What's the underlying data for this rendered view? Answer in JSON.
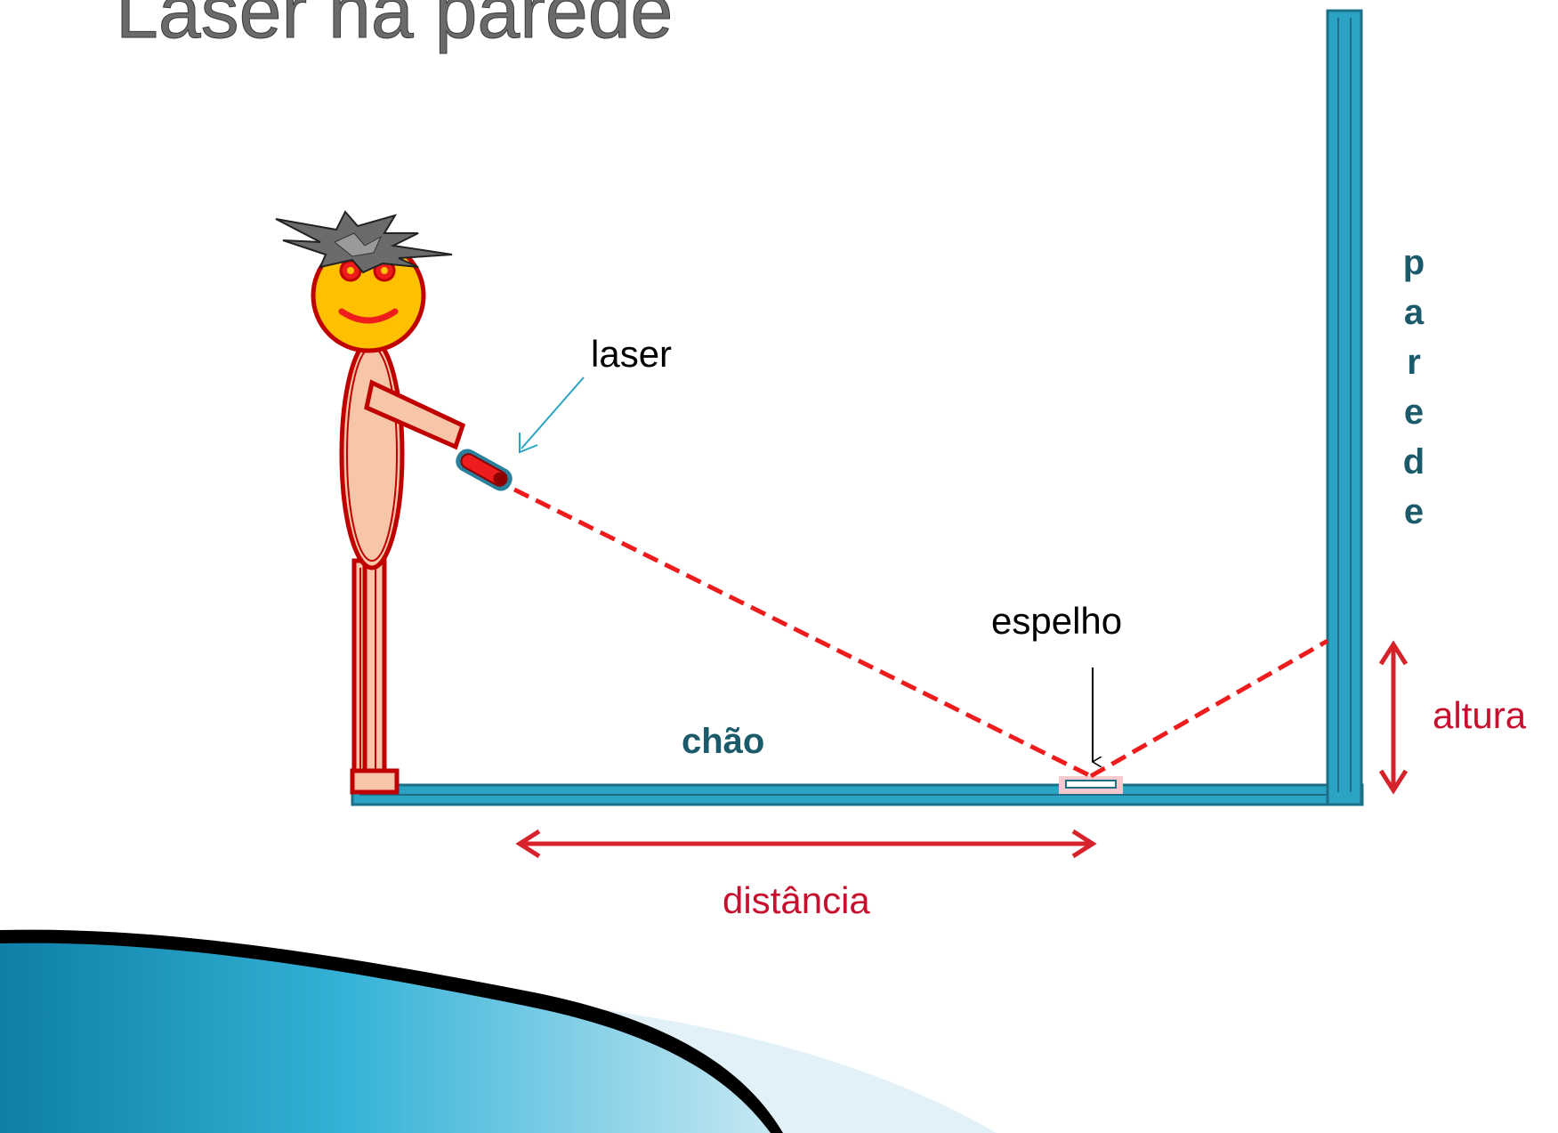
{
  "slide": {
    "title": "Laser na parede"
  },
  "labels": {
    "laser": "laser",
    "espelho": "espelho",
    "chao": "chão",
    "distancia": "distância",
    "altura": "altura",
    "parede_letters": [
      "p",
      "a",
      "r",
      "e",
      "d",
      "e"
    ]
  },
  "colors": {
    "wall_floor": "#2aa3c4",
    "wall_floor_dark": "#1c6f86",
    "laser_beam": "#ee1c1c",
    "dimension_arrow": "#d6232b",
    "dimension_text": "#c8102e",
    "person_outline": "#c00000",
    "person_body": "#f7c6a8",
    "face": "#ffc000",
    "hair": "#555555",
    "label_teal": "#1a5a6a",
    "decor_teal": "#1e8fb5"
  },
  "icons": {
    "person": "stick-person-icon",
    "laser_pointer": "laser-pointer-icon",
    "mirror": "mirror-icon"
  }
}
